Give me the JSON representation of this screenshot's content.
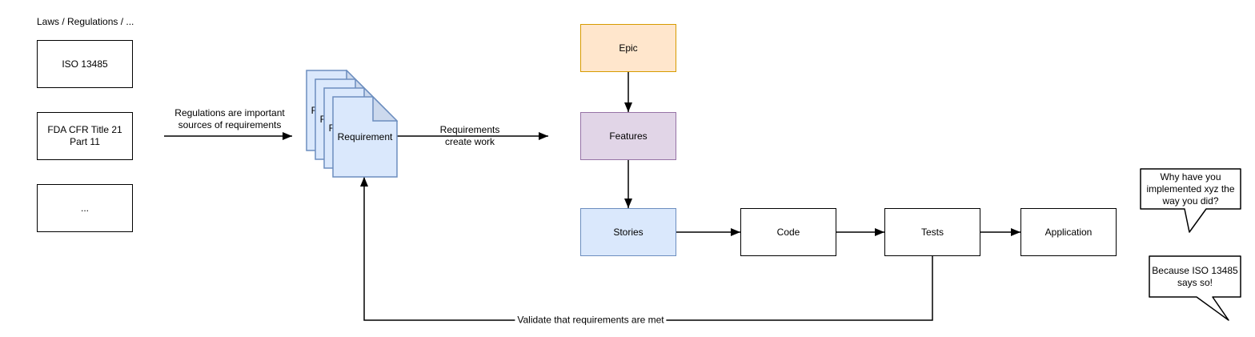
{
  "header": {
    "title": "Laws / Regulations / ..."
  },
  "regulations": {
    "items": [
      "ISO 13485",
      "FDA CFR Title 21\nPart 11",
      "..."
    ]
  },
  "documents": {
    "label": "Requirement"
  },
  "nodes": {
    "epic": "Epic",
    "features": "Features",
    "stories": "Stories",
    "code": "Code",
    "tests": "Tests",
    "application": "Application"
  },
  "edges": {
    "regulations_to_requirements": "Regulations are important\nsources of requirements",
    "requirements_create_work": "Requirements\ncreate work",
    "validate": "Validate that requirements are met"
  },
  "callouts": {
    "question": "Why have you\nimplemented xyz the\nway you did?",
    "answer": "Because ISO 13485\nsays so!"
  },
  "colors": {
    "doc_fill": "#dae8fc",
    "doc_stroke": "#6c8ebf",
    "doc_fold": "#ccd9ed",
    "epic_fill": "#ffe6cc",
    "epic_stroke": "#d79b00",
    "features_fill": "#e1d5e7",
    "features_stroke": "#9673a6",
    "stories_fill": "#dae8fc",
    "stories_stroke": "#6c8ebf",
    "line": "#000000"
  }
}
